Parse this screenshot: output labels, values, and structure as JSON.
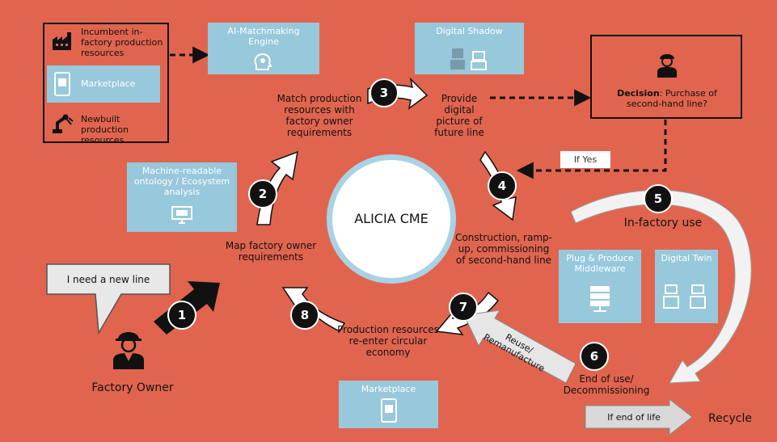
{
  "legend": {
    "incumbent": "Incumbent in-factory production resources",
    "marketplace": "Marketplace",
    "newbuilt": "Newbuilt production resources"
  },
  "ai_engine": "AI-Matchmaking Engine",
  "digital_shadow": "Digital Shadow",
  "decision": {
    "bold": "Decision",
    "rest": ": Purchase of second-hand line?"
  },
  "if_yes": "If Yes",
  "ontology": "Machine-readable ontology / Ecosystem analysis",
  "center": "ALICIA CME",
  "steps": {
    "s1": "1",
    "s2": "2",
    "s3": "3",
    "s4": "4",
    "s5": "5",
    "s6": "6",
    "s7": "7",
    "s8": "8"
  },
  "labels": {
    "match": "Match production resources with factory owner requirements",
    "provide": "Provide digital picture of future line",
    "map": "Map factory owner requirements",
    "construction": "Construction, ramp-up, commissioning of second-hand line",
    "in_factory": "In-factory use",
    "end_of_use": "End of use/ Decommissioning",
    "reenter": "Production resources re-enter circular economy",
    "reuse": "Reuse/ Remanufacture",
    "if_end": "If end of life",
    "recycle": "Recycle",
    "factory_owner": "Factory Owner"
  },
  "speech": "I need a new line",
  "plug_produce": "Plug & Produce Middleware",
  "digital_twin": "Digital Twin",
  "marketplace_bottom": "Marketplace",
  "colors": {
    "background": "#e1654e",
    "blue_box": "#97c8dc",
    "circle_ring": "#a9d2e4"
  }
}
